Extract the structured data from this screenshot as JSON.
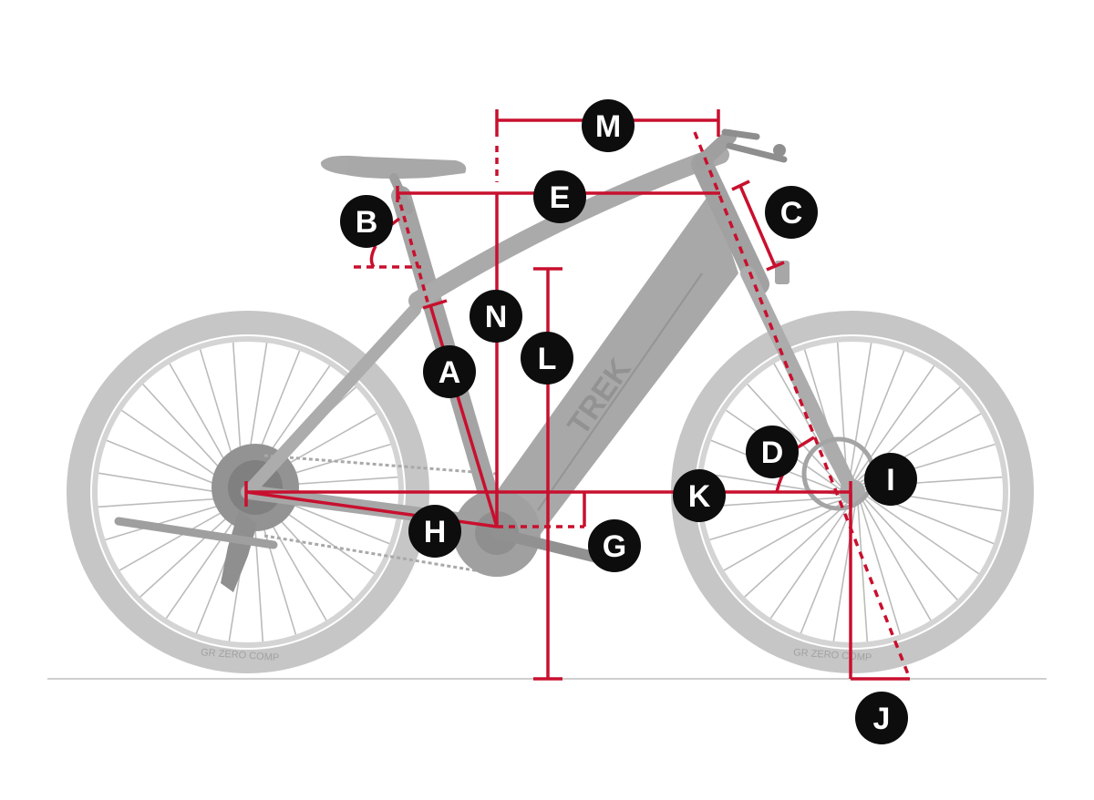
{
  "colors": {
    "measure": "#c8102e",
    "bike": "#bdbdbd",
    "bike_dark": "#9a9a9a",
    "badge": "#0d0d0d",
    "ground": "#cfcfcf"
  },
  "labels": {
    "A": "A",
    "B": "B",
    "C": "C",
    "D": "D",
    "E": "E",
    "G": "G",
    "H": "H",
    "I": "I",
    "J": "J",
    "K": "K",
    "L": "L",
    "M": "M",
    "N": "N"
  },
  "tire_text": "GR ZERO COMP",
  "frame_logo": "TREK"
}
